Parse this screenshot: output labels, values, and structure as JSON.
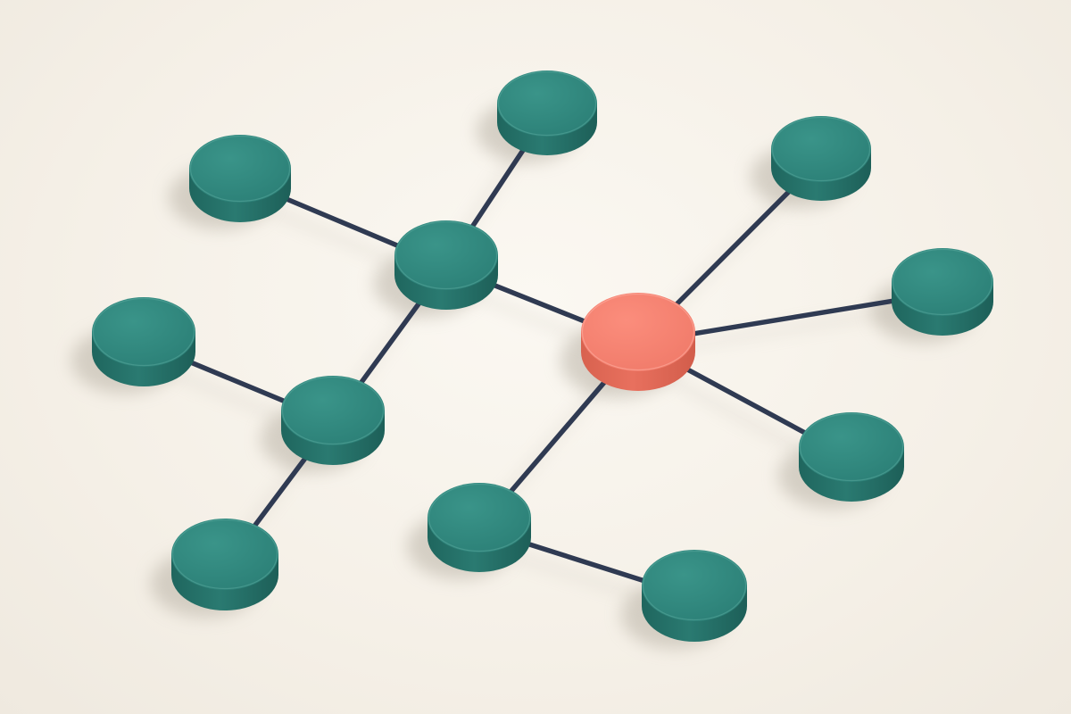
{
  "diagram": {
    "kind": "network-graph",
    "colors": {
      "background": "#f6f1e9",
      "node_standard": "#2e8279",
      "node_hub": "#ee7a6c",
      "connector": "#2f3a52",
      "shadow": "#b9b2a6"
    },
    "nodes": [
      {
        "id": "node-center",
        "role": "hub"
      },
      {
        "id": "node-mid-upper",
        "role": "standard"
      },
      {
        "id": "node-mid-lower",
        "role": "standard"
      },
      {
        "id": "node-top",
        "role": "standard"
      },
      {
        "id": "node-top-left",
        "role": "standard"
      },
      {
        "id": "node-left",
        "role": "standard"
      },
      {
        "id": "node-bottom-left",
        "role": "standard"
      },
      {
        "id": "node-bottom-middle",
        "role": "standard"
      },
      {
        "id": "node-bottom-right",
        "role": "standard"
      },
      {
        "id": "node-right-lower",
        "role": "standard"
      },
      {
        "id": "node-right",
        "role": "standard"
      },
      {
        "id": "node-top-right",
        "role": "standard"
      }
    ],
    "edges": [
      {
        "from": "node-mid-upper",
        "to": "node-top"
      },
      {
        "from": "node-mid-upper",
        "to": "node-top-left"
      },
      {
        "from": "node-mid-upper",
        "to": "node-center"
      },
      {
        "from": "node-mid-upper",
        "to": "node-mid-lower"
      },
      {
        "from": "node-mid-lower",
        "to": "node-left"
      },
      {
        "from": "node-mid-lower",
        "to": "node-bottom-left"
      },
      {
        "from": "node-center",
        "to": "node-top-right"
      },
      {
        "from": "node-center",
        "to": "node-right"
      },
      {
        "from": "node-center",
        "to": "node-right-lower"
      },
      {
        "from": "node-center",
        "to": "node-bottom-middle"
      },
      {
        "from": "node-bottom-middle",
        "to": "node-bottom-right"
      }
    ]
  }
}
